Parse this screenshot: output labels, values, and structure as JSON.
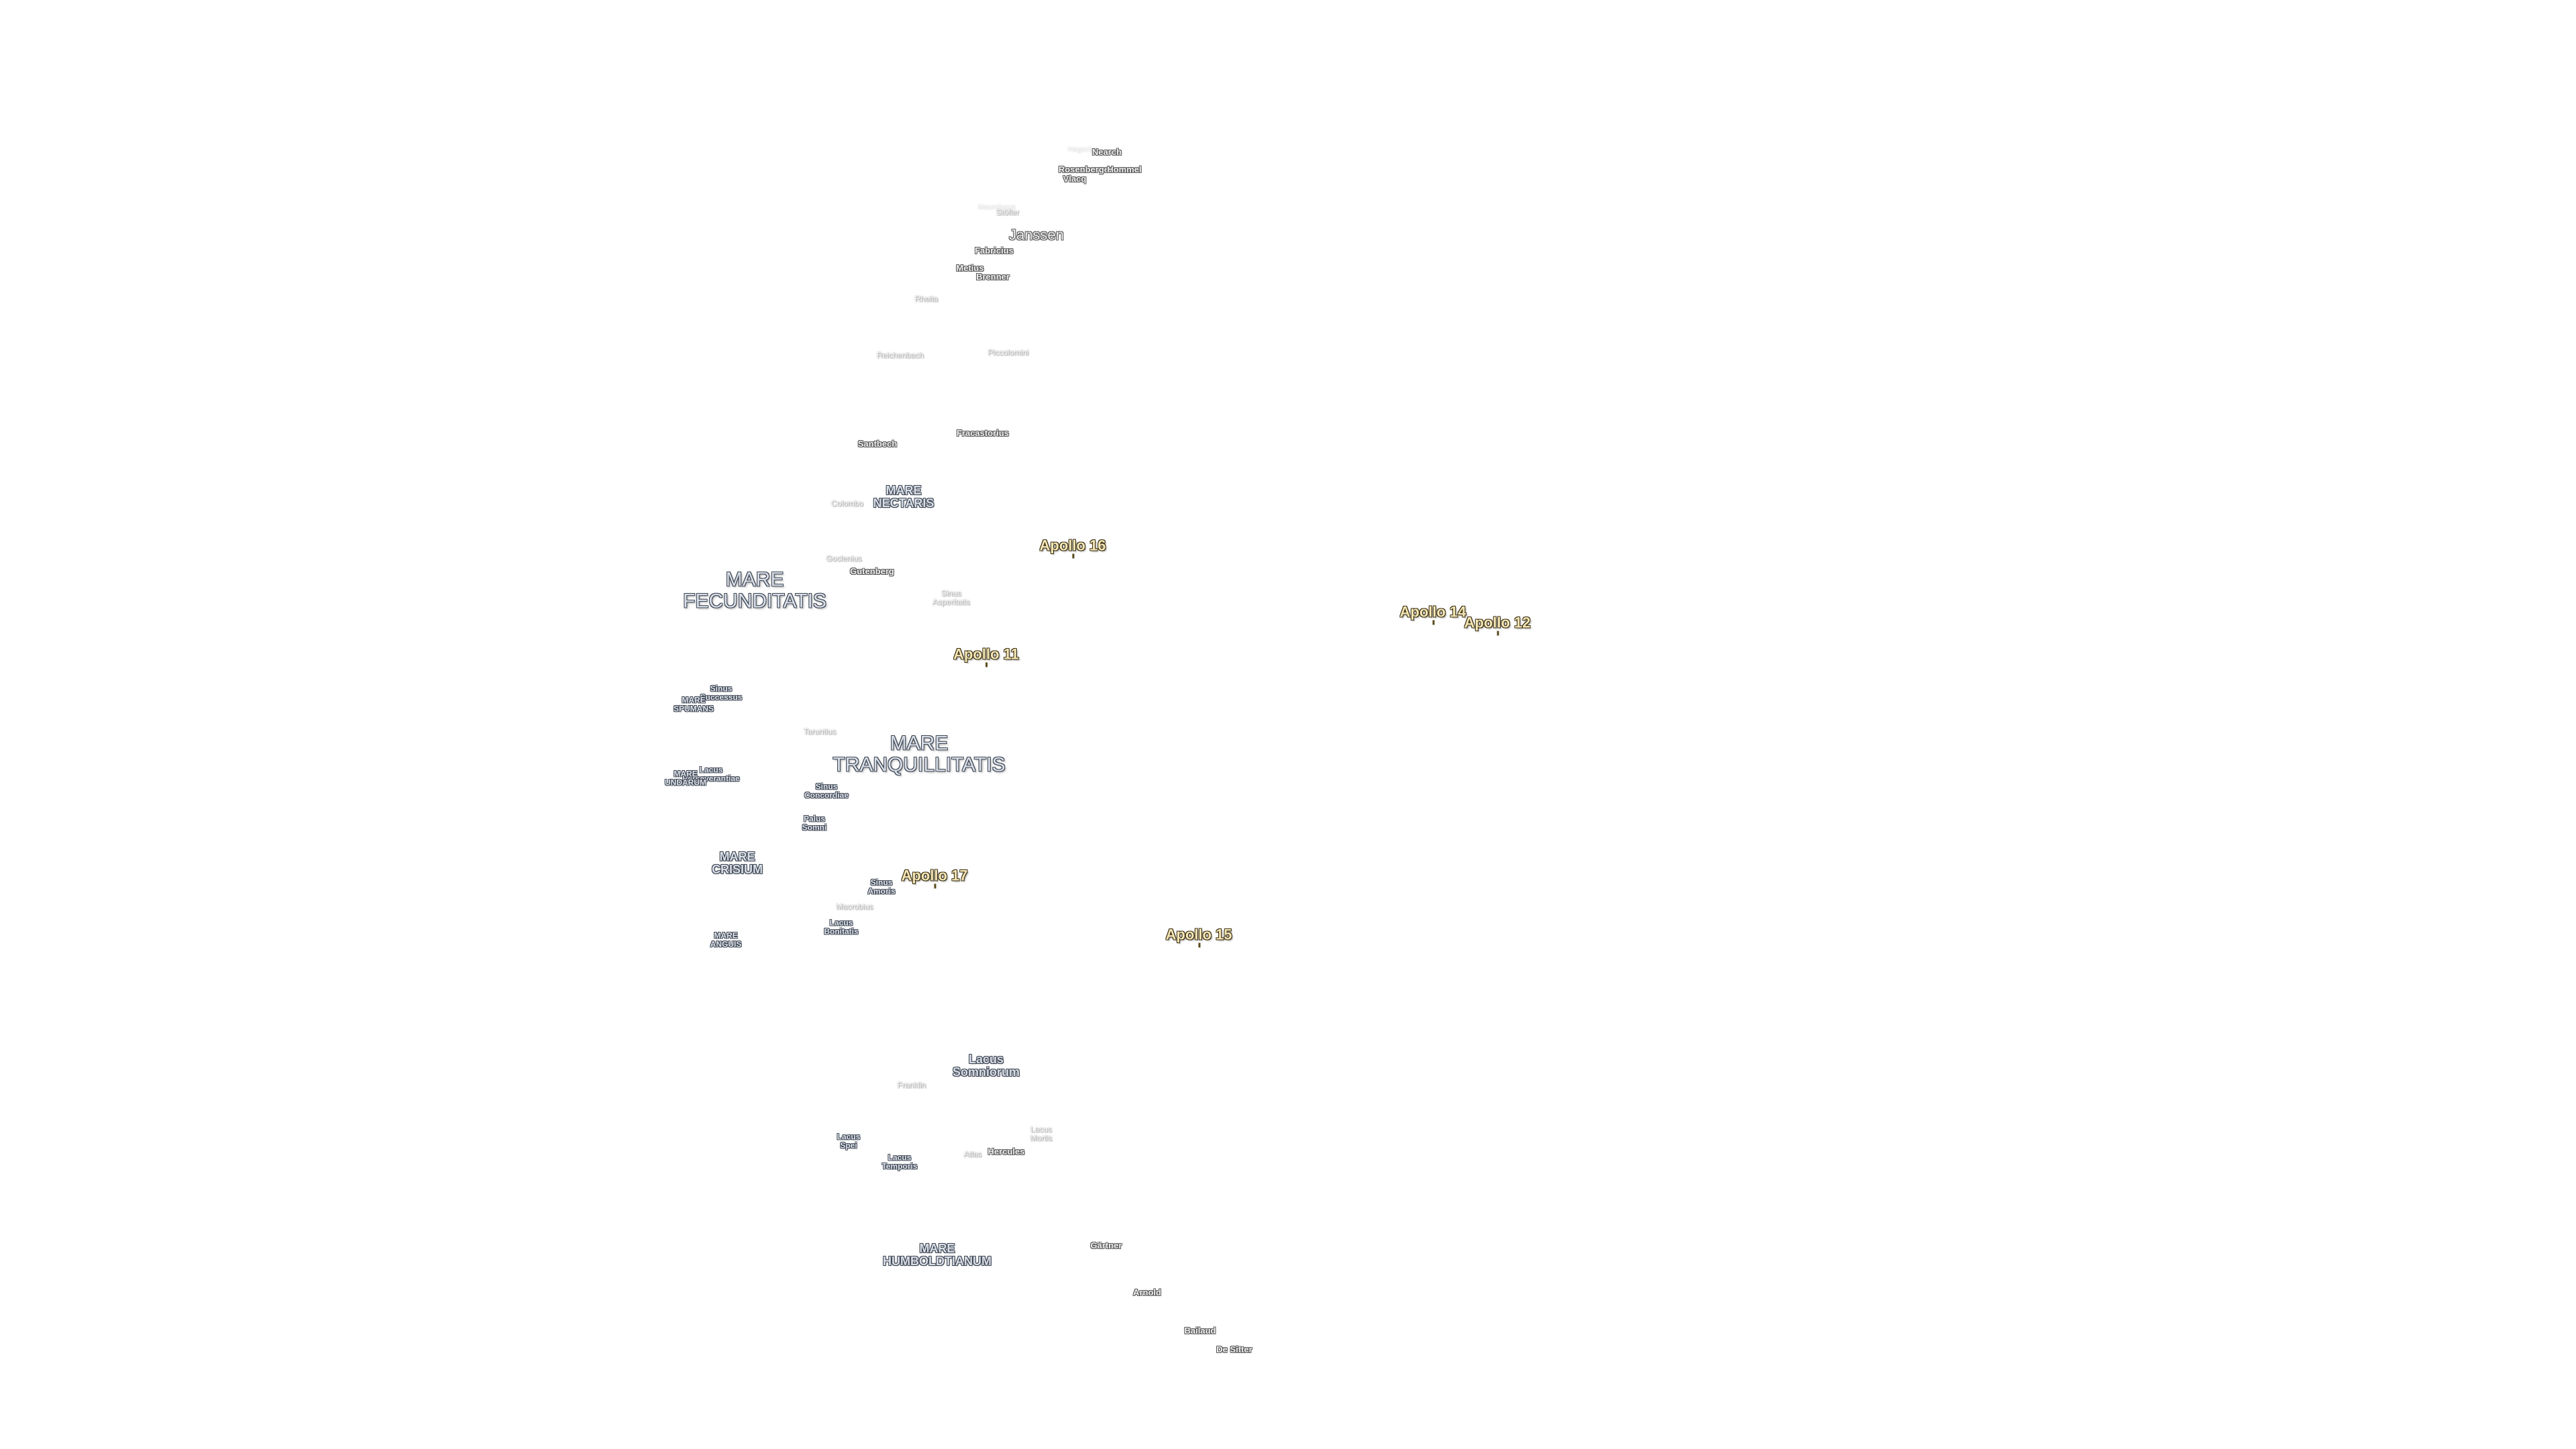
{
  "map": {
    "labels": [
      {
        "name": "Hagecius",
        "kind": "crater-ghost"
      },
      {
        "name": "Nearch",
        "kind": "crater"
      },
      {
        "name": "Rosenberger",
        "kind": "crater"
      },
      {
        "name": "Hommel",
        "kind": "crater"
      },
      {
        "name": "Vlacq",
        "kind": "crater"
      },
      {
        "name": "Maurolycus",
        "kind": "crater-ghost"
      },
      {
        "name": "Stöfler",
        "kind": "crater-faint"
      },
      {
        "name": "Janssen",
        "kind": "crater-lg"
      },
      {
        "name": "Fabricius",
        "kind": "crater"
      },
      {
        "name": "Metius",
        "kind": "crater"
      },
      {
        "name": "Brenner",
        "kind": "crater"
      },
      {
        "name": "Rheita",
        "kind": "crater-faint"
      },
      {
        "name": "Reichenbach",
        "kind": "crater-faint"
      },
      {
        "name": "Piccolomini",
        "kind": "crater-faint"
      },
      {
        "name": "Santbech",
        "kind": "crater"
      },
      {
        "name": "Fracastorius",
        "kind": "crater"
      },
      {
        "name": "MARE\nNECTARIS",
        "kind": "mare-md"
      },
      {
        "name": "Colombo",
        "kind": "crater-faint"
      },
      {
        "name": "Apollo 16",
        "kind": "apollo"
      },
      {
        "name": "Goclenius",
        "kind": "crater-faint"
      },
      {
        "name": "Gutenberg",
        "kind": "crater"
      },
      {
        "name": "MARE\nFECUNDITATIS",
        "kind": "mare-lg"
      },
      {
        "name": "Sinus\nAsperitatis",
        "kind": "crater-faint"
      },
      {
        "name": "Apollo 14",
        "kind": "apollo"
      },
      {
        "name": "Apollo 12",
        "kind": "apollo"
      },
      {
        "name": "Apollo 11",
        "kind": "apollo"
      },
      {
        "name": "Sinus\nSuccessus",
        "kind": "mare-sm"
      },
      {
        "name": "MARE\nSPUMANS",
        "kind": "mare-sm"
      },
      {
        "name": "Taruntius",
        "kind": "crater-faint"
      },
      {
        "name": "MARE\nTRANQUILLITATIS",
        "kind": "mare-lg"
      },
      {
        "name": "Lacus\nPerseverantiae",
        "kind": "mare-sm"
      },
      {
        "name": "MARE\nUNDARUM",
        "kind": "mare-sm"
      },
      {
        "name": "Sinus\nConcordiae",
        "kind": "mare-sm"
      },
      {
        "name": "Palus\nSomni",
        "kind": "mare-sm"
      },
      {
        "name": "MARE\nCRISIUM",
        "kind": "mare-md"
      },
      {
        "name": "Sinus\nAmoris",
        "kind": "mare-sm"
      },
      {
        "name": "Apollo 17",
        "kind": "apollo"
      },
      {
        "name": "Macrobius",
        "kind": "crater-faint"
      },
      {
        "name": "Lacus\nBonitatis",
        "kind": "mare-sm"
      },
      {
        "name": "MARE\nANGUIS",
        "kind": "mare-sm"
      },
      {
        "name": "Apollo 15",
        "kind": "apollo"
      },
      {
        "name": "Lacus\nSomniorum",
        "kind": "mare-md"
      },
      {
        "name": "Franklin",
        "kind": "crater-faint"
      },
      {
        "name": "Lacus\nMortis",
        "kind": "crater-faint"
      },
      {
        "name": "Lacus\nSpei",
        "kind": "mare-sm"
      },
      {
        "name": "Lacus\nTemporis",
        "kind": "mare-sm"
      },
      {
        "name": "Atlas",
        "kind": "crater-faint"
      },
      {
        "name": "Hercules",
        "kind": "crater"
      },
      {
        "name": "Gärtner",
        "kind": "crater"
      },
      {
        "name": "MARE\nHUMBOLDTIANUM",
        "kind": "mare-md"
      },
      {
        "name": "Arnold",
        "kind": "crater"
      },
      {
        "name": "Bailaud",
        "kind": "crater"
      },
      {
        "name": "De Sitter",
        "kind": "crater"
      }
    ]
  }
}
